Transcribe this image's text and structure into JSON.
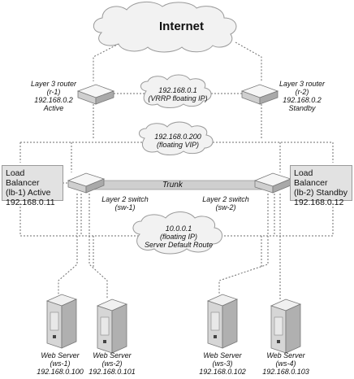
{
  "internet": {
    "label": "Internet"
  },
  "routers": [
    {
      "line1": "Layer 3 router",
      "line2": "(r-1)",
      "line3": "192.168.0.2",
      "line4": "Active"
    },
    {
      "line1": "Layer 3 router",
      "line2": "(r-2)",
      "line3": "192.168.0.2",
      "line4": "Standby"
    }
  ],
  "vrrp_cloud": {
    "line1": "192.168.0.1",
    "line2": "(VRRP floating IP)"
  },
  "vip_cloud": {
    "line1": "192.168.0.200",
    "line2": "(floating VIP)"
  },
  "load_balancers": [
    {
      "line1": "Load Balancer",
      "line2": "(lb-1) Active",
      "line3": "192.168.0.11"
    },
    {
      "line1": "Load Balancer",
      "line2": "(lb-2) Standby",
      "line3": "192.168.0.12"
    }
  ],
  "trunk": {
    "label": "Trunk"
  },
  "switches": [
    {
      "line1": "Layer 2 switch",
      "line2": "(sw-1)"
    },
    {
      "line1": "Layer 2 switch",
      "line2": "(sw-2)"
    }
  ],
  "gateway_cloud": {
    "line1": "10.0.0.1",
    "line2": "(floating IP)",
    "line3": "Server Default Route"
  },
  "servers": [
    {
      "line1": "Web Server",
      "line2": "(ws-1)",
      "line3": "192.168.0.100"
    },
    {
      "line1": "Web Server",
      "line2": "(ws-2)",
      "line3": "192.168.0.101"
    },
    {
      "line1": "Web Server",
      "line2": "(ws-3)",
      "line3": "192.168.0.102"
    },
    {
      "line1": "Web Server",
      "line2": "(ws-4)",
      "line3": "192.168.0.103"
    }
  ],
  "colors": {
    "cloud": "#f2f2f2",
    "cloud_stroke": "#9a9a9a",
    "line": "#7a7a7a",
    "device": "#d8d8d8"
  }
}
